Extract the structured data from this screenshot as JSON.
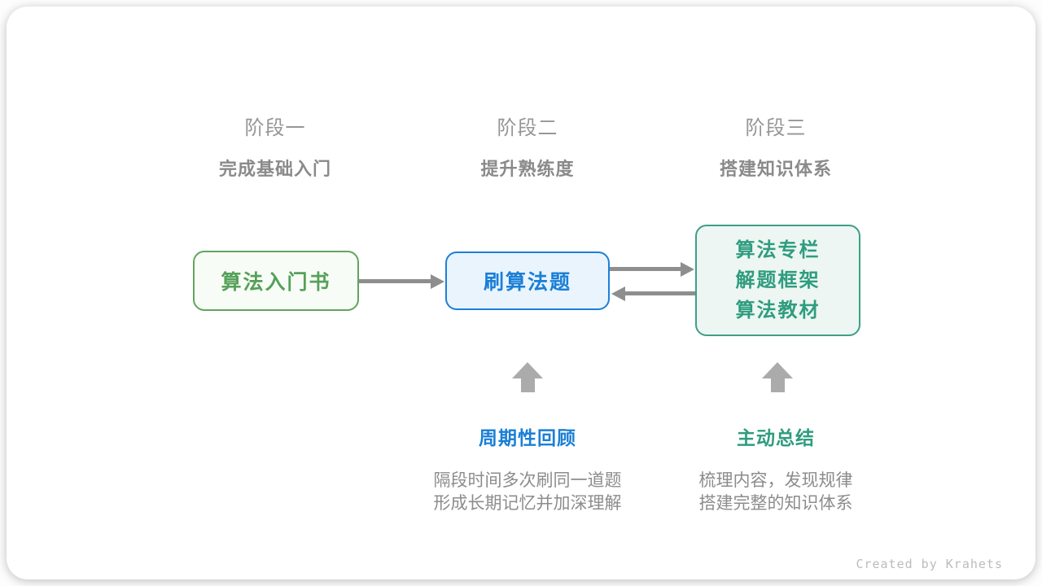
{
  "stages": [
    {
      "label": "阶段一",
      "title": "完成基础入门"
    },
    {
      "label": "阶段二",
      "title": "提升熟练度"
    },
    {
      "label": "阶段三",
      "title": "搭建知识体系"
    }
  ],
  "nodes": [
    {
      "label": "算法入门书"
    },
    {
      "label": "刷算法题"
    },
    {
      "lines": [
        "算法专栏",
        "解题框架",
        "算法教材"
      ]
    }
  ],
  "notes": [
    {
      "title": "周期性回顾",
      "lines": [
        "隔段时间多次刷同一道题",
        "形成长期记忆并加深理解"
      ]
    },
    {
      "title": "主动总结",
      "lines": [
        "梳理内容，发现规律",
        "搭建完整的知识体系"
      ]
    }
  ],
  "footer": {
    "credit": "Created by Krahets"
  },
  "colors": {
    "green": "#55a159",
    "green_border": "#62a45f",
    "green_fill": "#f8fcf6",
    "blue": "#1a7fd6",
    "blue_fill": "#eaf4fd",
    "teal": "#2f9c7f",
    "teal_border": "#3f9e85",
    "teal_fill": "#edf6f2",
    "gray_text": "#8c8c8c",
    "arrow_gray": "#8e8e8e",
    "uparrow_gray": "#ababab",
    "credit_gray": "#bcbcbc"
  }
}
